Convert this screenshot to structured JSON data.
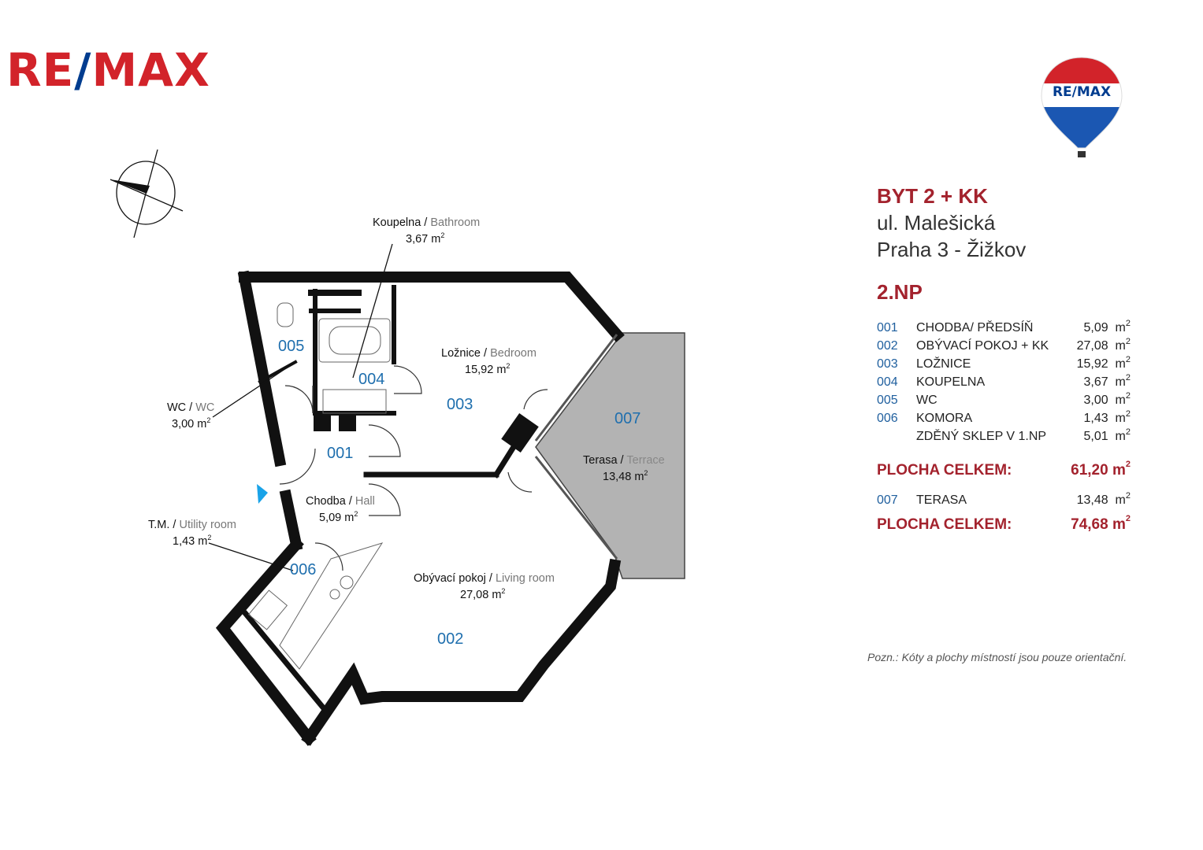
{
  "brand": {
    "wordmark_left": "RE",
    "wordmark_slash": "/",
    "wordmark_right": "MAX",
    "balloon_text": "RE/MAX",
    "colors": {
      "red": "#d2232a",
      "blue": "#003c8f",
      "accent": "#a3222d",
      "room_number": "#1f6fae"
    }
  },
  "listing": {
    "title": "BYT 2 + KK",
    "street": "ul. Malešická",
    "city": "Praha 3 - Žižkov",
    "floor": "2.NP"
  },
  "rooms": [
    {
      "num": "001",
      "name": "CHODBA/ PŘEDSÍŇ",
      "area": "5,09",
      "unit": "m",
      "exp": "2"
    },
    {
      "num": "002",
      "name": "OBÝVACÍ POKOJ + KK",
      "area": "27,08",
      "unit": "m",
      "exp": "2"
    },
    {
      "num": "003",
      "name": "LOŽNICE",
      "area": "15,92",
      "unit": "m",
      "exp": "2"
    },
    {
      "num": "004",
      "name": "KOUPELNA",
      "area": "3,67",
      "unit": "m",
      "exp": "2"
    },
    {
      "num": "005",
      "name": "WC",
      "area": "3,00",
      "unit": "m",
      "exp": "2"
    },
    {
      "num": "006",
      "name": "KOMORA",
      "area": "1,43",
      "unit": "m",
      "exp": "2"
    },
    {
      "num": "",
      "name": "ZDĚNÝ SKLEP V 1.NP",
      "area": "5,01",
      "unit": "m",
      "exp": "2"
    }
  ],
  "total1": {
    "label": "PLOCHA CELKEM:",
    "value": "61,20 m",
    "exp": "2"
  },
  "terrace_row": {
    "num": "007",
    "name": "TERASA",
    "area": "13,48",
    "unit": "m",
    "exp": "2"
  },
  "total2": {
    "label": "PLOCHA CELKEM:",
    "value": "74,68 m",
    "exp": "2"
  },
  "note": "Pozn.: Kóty a plochy místností jsou pouze orientační.",
  "plan": {
    "labels": {
      "bathroom": {
        "cz": "Koupelna /",
        "en": "Bathroom",
        "area": "3,67 m",
        "exp": "2"
      },
      "bedroom": {
        "cz": "Ložnice /",
        "en": "Bedroom",
        "area": "15,92 m",
        "exp": "2"
      },
      "wc": {
        "cz": "WC /",
        "en": "WC",
        "area": "3,00 m",
        "exp": "2"
      },
      "hall": {
        "cz": "Chodba /",
        "en": "Hall",
        "area": "5,09 m",
        "exp": "2"
      },
      "utility": {
        "cz": "T.M. /",
        "en": "Utility room",
        "area": "1,43 m",
        "exp": "2"
      },
      "living": {
        "cz": "Obývací pokoj /",
        "en": "Living room",
        "area": "27,08 m",
        "exp": "2"
      },
      "terrace": {
        "cz": "Terasa /",
        "en": "Terrace",
        "area": "13,48 m",
        "exp": "2"
      }
    },
    "numbers": {
      "n001": "001",
      "n002": "002",
      "n003": "003",
      "n004": "004",
      "n005": "005",
      "n006": "006",
      "n007": "007"
    }
  }
}
